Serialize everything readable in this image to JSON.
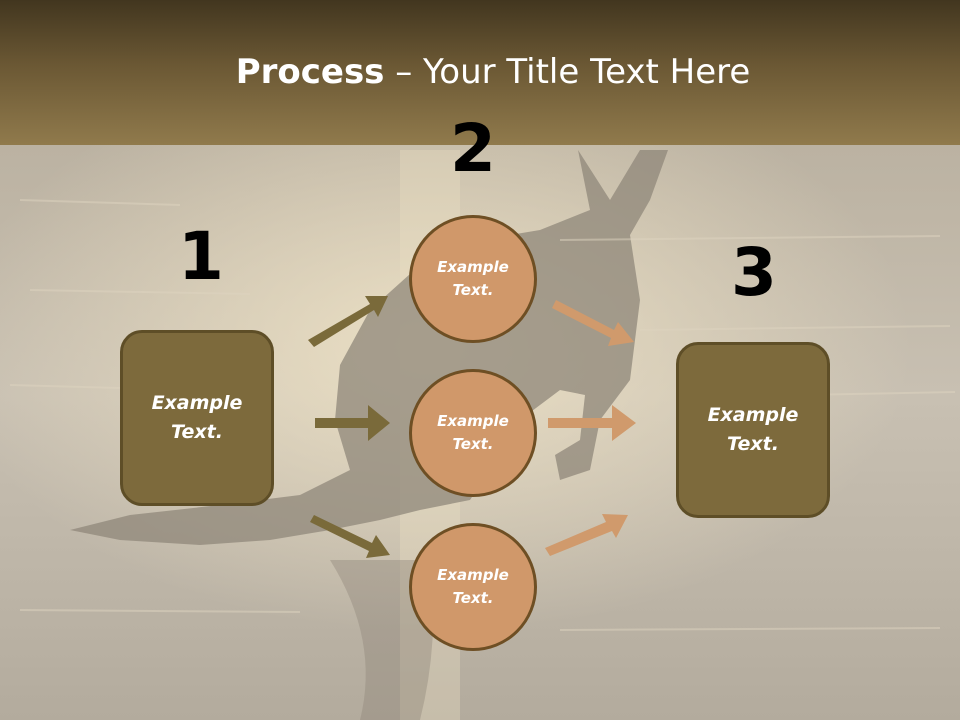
{
  "slide": {
    "title_bold": "Process",
    "title_rest": " – Your Title Text Here"
  },
  "steps": [
    {
      "number": "1",
      "box_line1": "Example",
      "box_line2": "Text."
    },
    {
      "number": "2"
    },
    {
      "number": "3",
      "box_line1": "Example",
      "box_line2": "Text."
    }
  ],
  "circles": [
    {
      "line1": "Example",
      "line2": "Text."
    },
    {
      "line1": "Example",
      "line2": "Text."
    },
    {
      "line1": "Example",
      "line2": "Text."
    }
  ],
  "colors": {
    "header": "#7a6640",
    "box_fill": "#7d6a3c",
    "circle_fill": "#d0986a",
    "arrow_dark": "#7a6a3a",
    "arrow_light": "#d09a6c"
  }
}
